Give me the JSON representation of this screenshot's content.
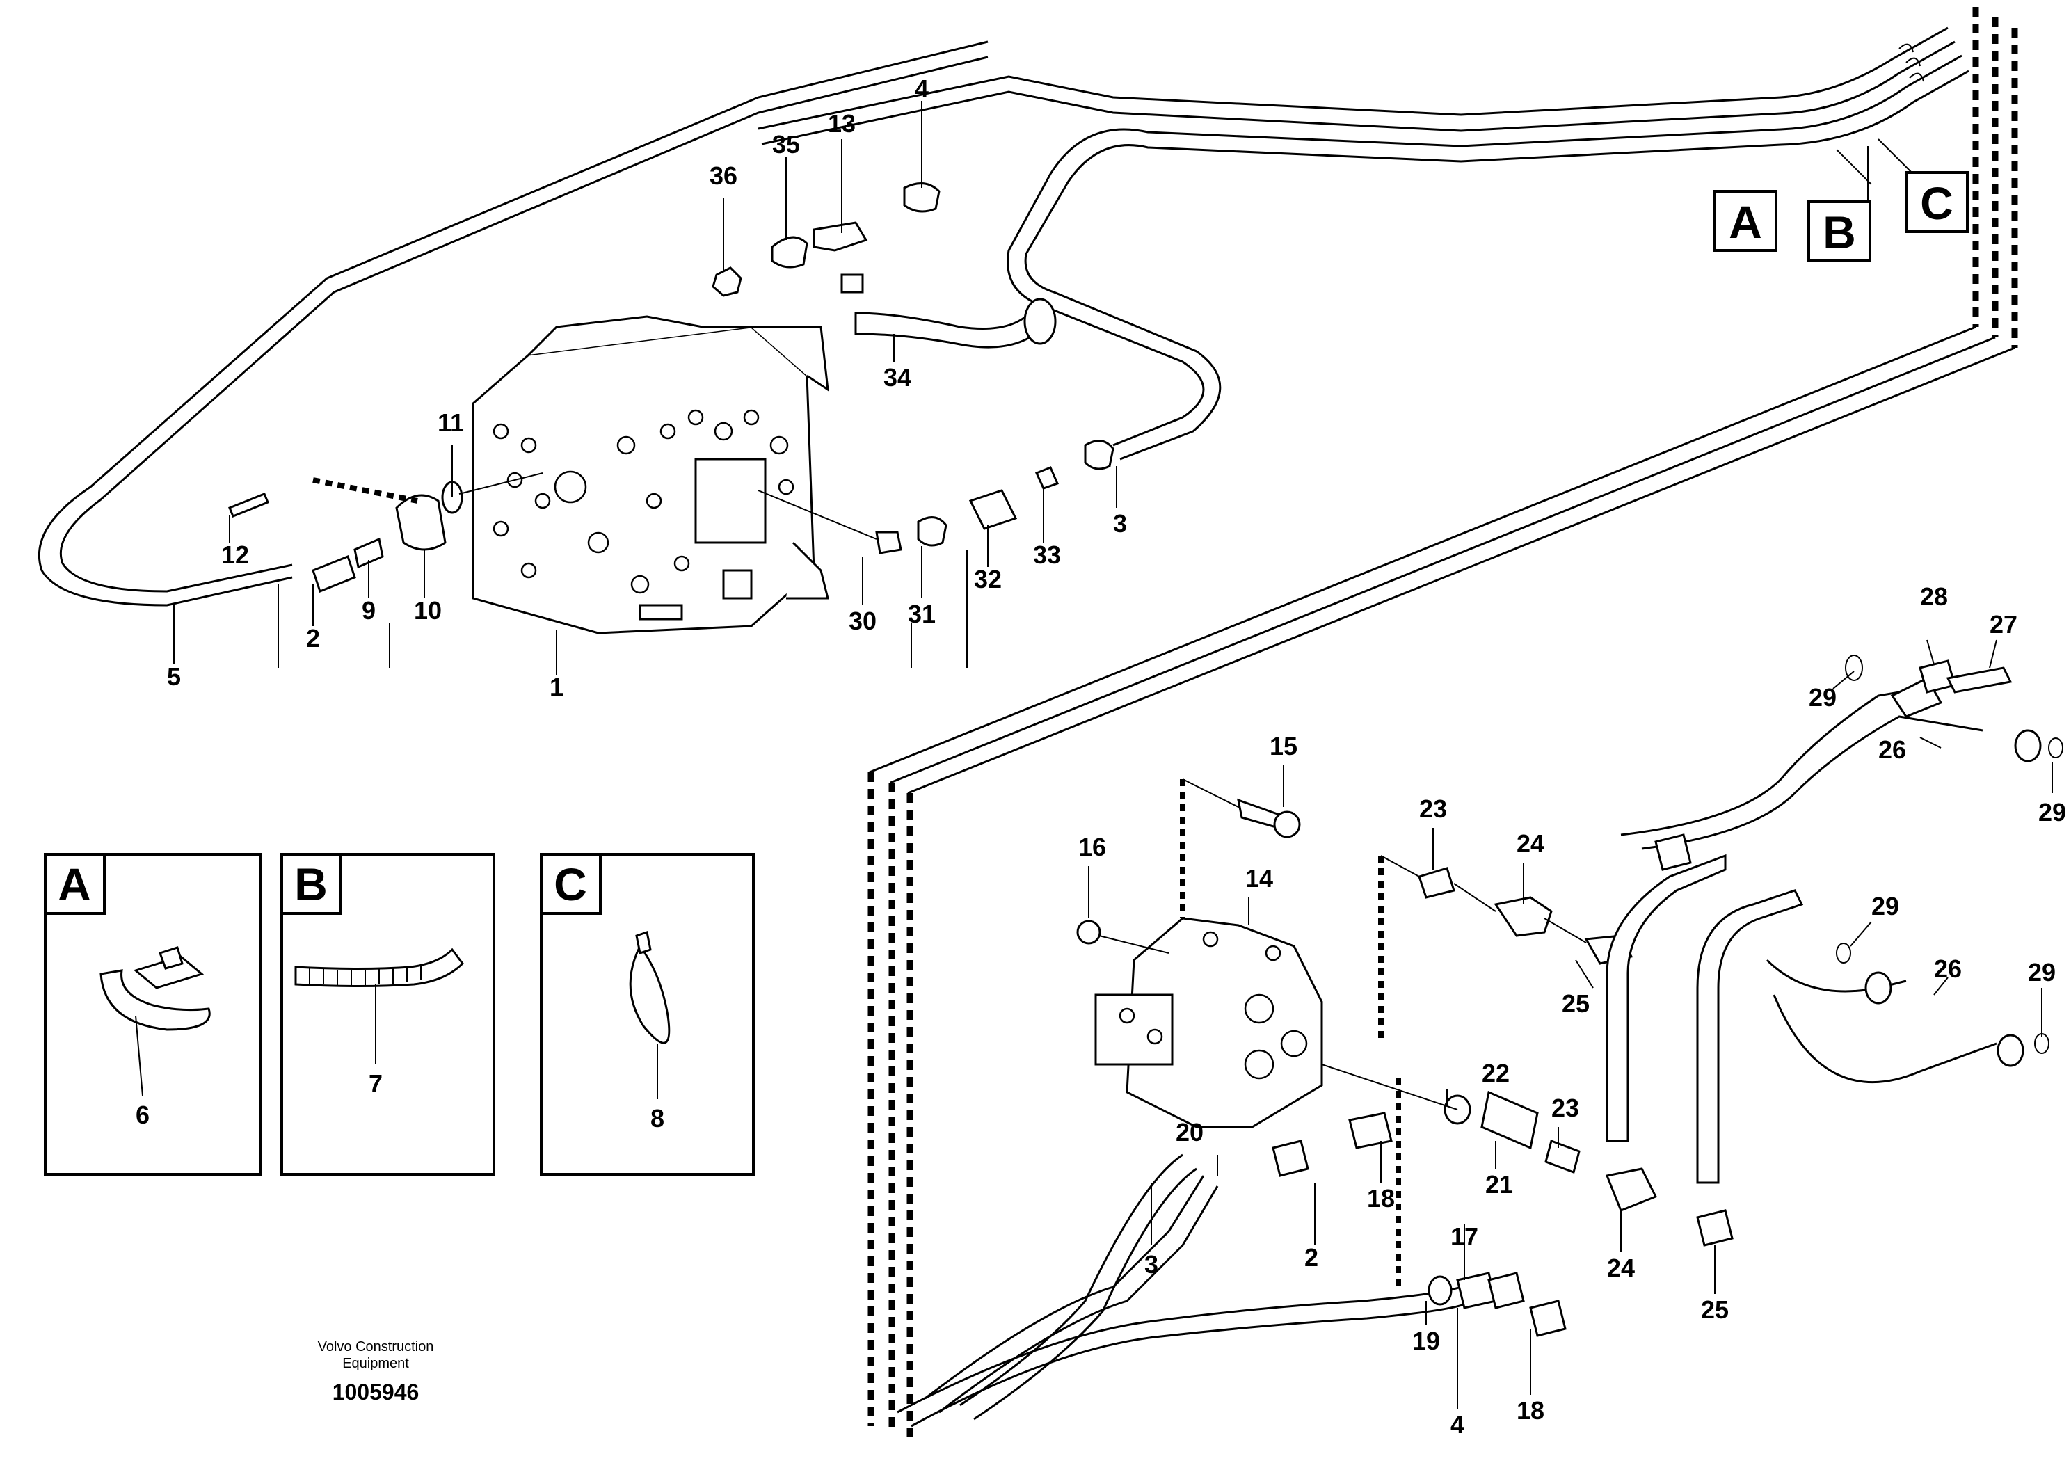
{
  "diagram": {
    "callouts": {
      "c1": "1",
      "c2": "2",
      "c3": "3",
      "c4": "4",
      "c5": "5",
      "c9": "9",
      "c10": "10",
      "c11": "11",
      "c12": "12",
      "c13": "13",
      "c30": "30",
      "c31": "31",
      "c32": "32",
      "c33": "33",
      "c34": "34",
      "c35": "35",
      "c36": "36",
      "r2": "2",
      "r3": "3",
      "r4": "4",
      "r14": "14",
      "r15": "15",
      "r16": "16",
      "r17": "17",
      "r18a": "18",
      "r18b": "18",
      "r19": "19",
      "r20": "20",
      "r21": "21",
      "r22": "22",
      "r23a": "23",
      "r23b": "23",
      "r24a": "24",
      "r24b": "24",
      "r25a": "25",
      "r25b": "25",
      "r26a": "26",
      "r26b": "26",
      "r27": "27",
      "r28": "28",
      "r29a": "29",
      "r29b": "29",
      "r29c": "29",
      "r29d": "29"
    },
    "section_tags": {
      "A": "A",
      "B": "B",
      "C": "C"
    },
    "detail_boxes": [
      {
        "letter": "A",
        "part": "6",
        "icon": "hose-clamp-icon"
      },
      {
        "letter": "B",
        "part": "7",
        "icon": "protective-sleeve-icon"
      },
      {
        "letter": "C",
        "part": "8",
        "icon": "cable-tie-icon"
      }
    ],
    "credit_line1": "Volvo Construction",
    "credit_line2": "Equipment",
    "drawing_number": "1005946"
  }
}
